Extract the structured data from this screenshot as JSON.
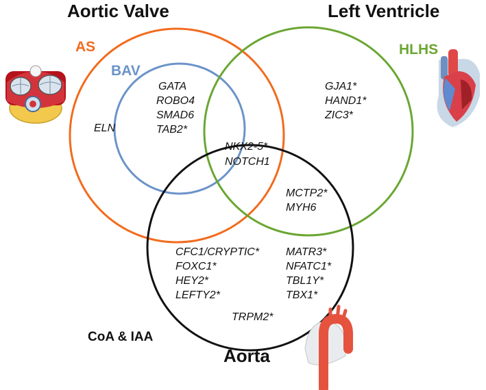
{
  "titles": {
    "aortic_valve": "Aortic Valve",
    "left_ventricle": "Left Ventricle",
    "aorta": "Aorta"
  },
  "sets": {
    "as": {
      "label": "AS",
      "color": "#f26b1d"
    },
    "bav": {
      "label": "BAV",
      "color": "#6b93c9"
    },
    "hlhs": {
      "label": "HLHS",
      "color": "#6aa632"
    },
    "coa": {
      "label": "CoA & IAA",
      "color": "#111111"
    }
  },
  "genes": {
    "bav_only": [
      "GATA",
      "ROBO4",
      "SMAD6",
      "TAB2*"
    ],
    "as_only": [
      "ELN"
    ],
    "hlhs_only": [
      "GJA1*",
      "HAND1*",
      "ZIC3*"
    ],
    "bav_hlhs_coa": [
      "NKX2-5*",
      "NOTCH1"
    ],
    "hlhs_coa": [
      "MCTP2*",
      "MYH6"
    ],
    "coa_left": [
      "CFC1/CRYPTIC*",
      "FOXC1*",
      "HEY2*",
      "LEFTY2*"
    ],
    "coa_right": [
      "MATR3*",
      "NFATC1*",
      "TBL1Y*",
      "TBX1*"
    ],
    "coa_bottom": [
      "TRPM2*"
    ]
  },
  "icons": [
    "aortic-valve-icon",
    "heart-icon",
    "aortic-arch-icon"
  ]
}
